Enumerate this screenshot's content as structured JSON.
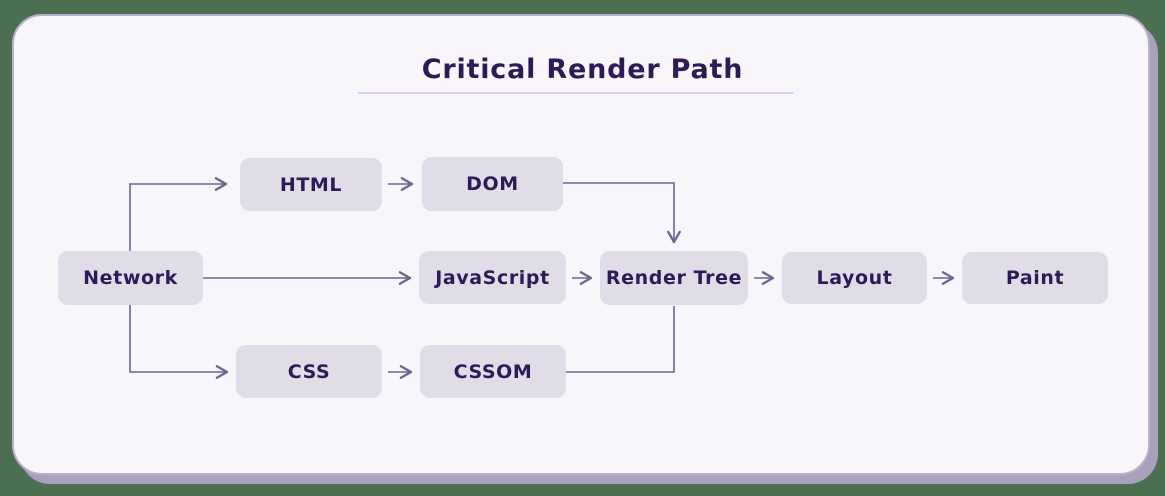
{
  "title": "Critical Render Path",
  "nodes": {
    "network": {
      "label": "Network"
    },
    "html": {
      "label": "HTML"
    },
    "dom": {
      "label": "DOM"
    },
    "javascript": {
      "label": "JavaScript"
    },
    "render_tree": {
      "label": "Render Tree"
    },
    "layout": {
      "label": "Layout"
    },
    "paint": {
      "label": "Paint"
    },
    "css": {
      "label": "CSS"
    },
    "cssom": {
      "label": "CSSOM"
    }
  },
  "edges": [
    {
      "from": "Network",
      "to": "HTML",
      "arrowhead": true
    },
    {
      "from": "Network",
      "to": "JavaScript",
      "arrowhead": true
    },
    {
      "from": "Network",
      "to": "CSS",
      "arrowhead": true
    },
    {
      "from": "HTML",
      "to": "DOM",
      "arrowhead": true
    },
    {
      "from": "DOM",
      "to": "Render Tree",
      "arrowhead": true
    },
    {
      "from": "JavaScript",
      "to": "Render Tree",
      "arrowhead": true
    },
    {
      "from": "CSS",
      "to": "CSSOM",
      "arrowhead": true
    },
    {
      "from": "CSSOM",
      "to": "Render Tree",
      "arrowhead": false
    },
    {
      "from": "Render Tree",
      "to": "Layout",
      "arrowhead": true
    },
    {
      "from": "Layout",
      "to": "Paint",
      "arrowhead": true
    }
  ],
  "colors": {
    "page_background": "#4a7051",
    "card_background": "#f8f6fa",
    "card_border": "#b9b0cb",
    "card_shadow": "#a9a0bc",
    "node_fill": "#e0dce8",
    "text": "#2e1a58",
    "connector": "#6e6492",
    "title_underline": "#d6cbf0"
  }
}
